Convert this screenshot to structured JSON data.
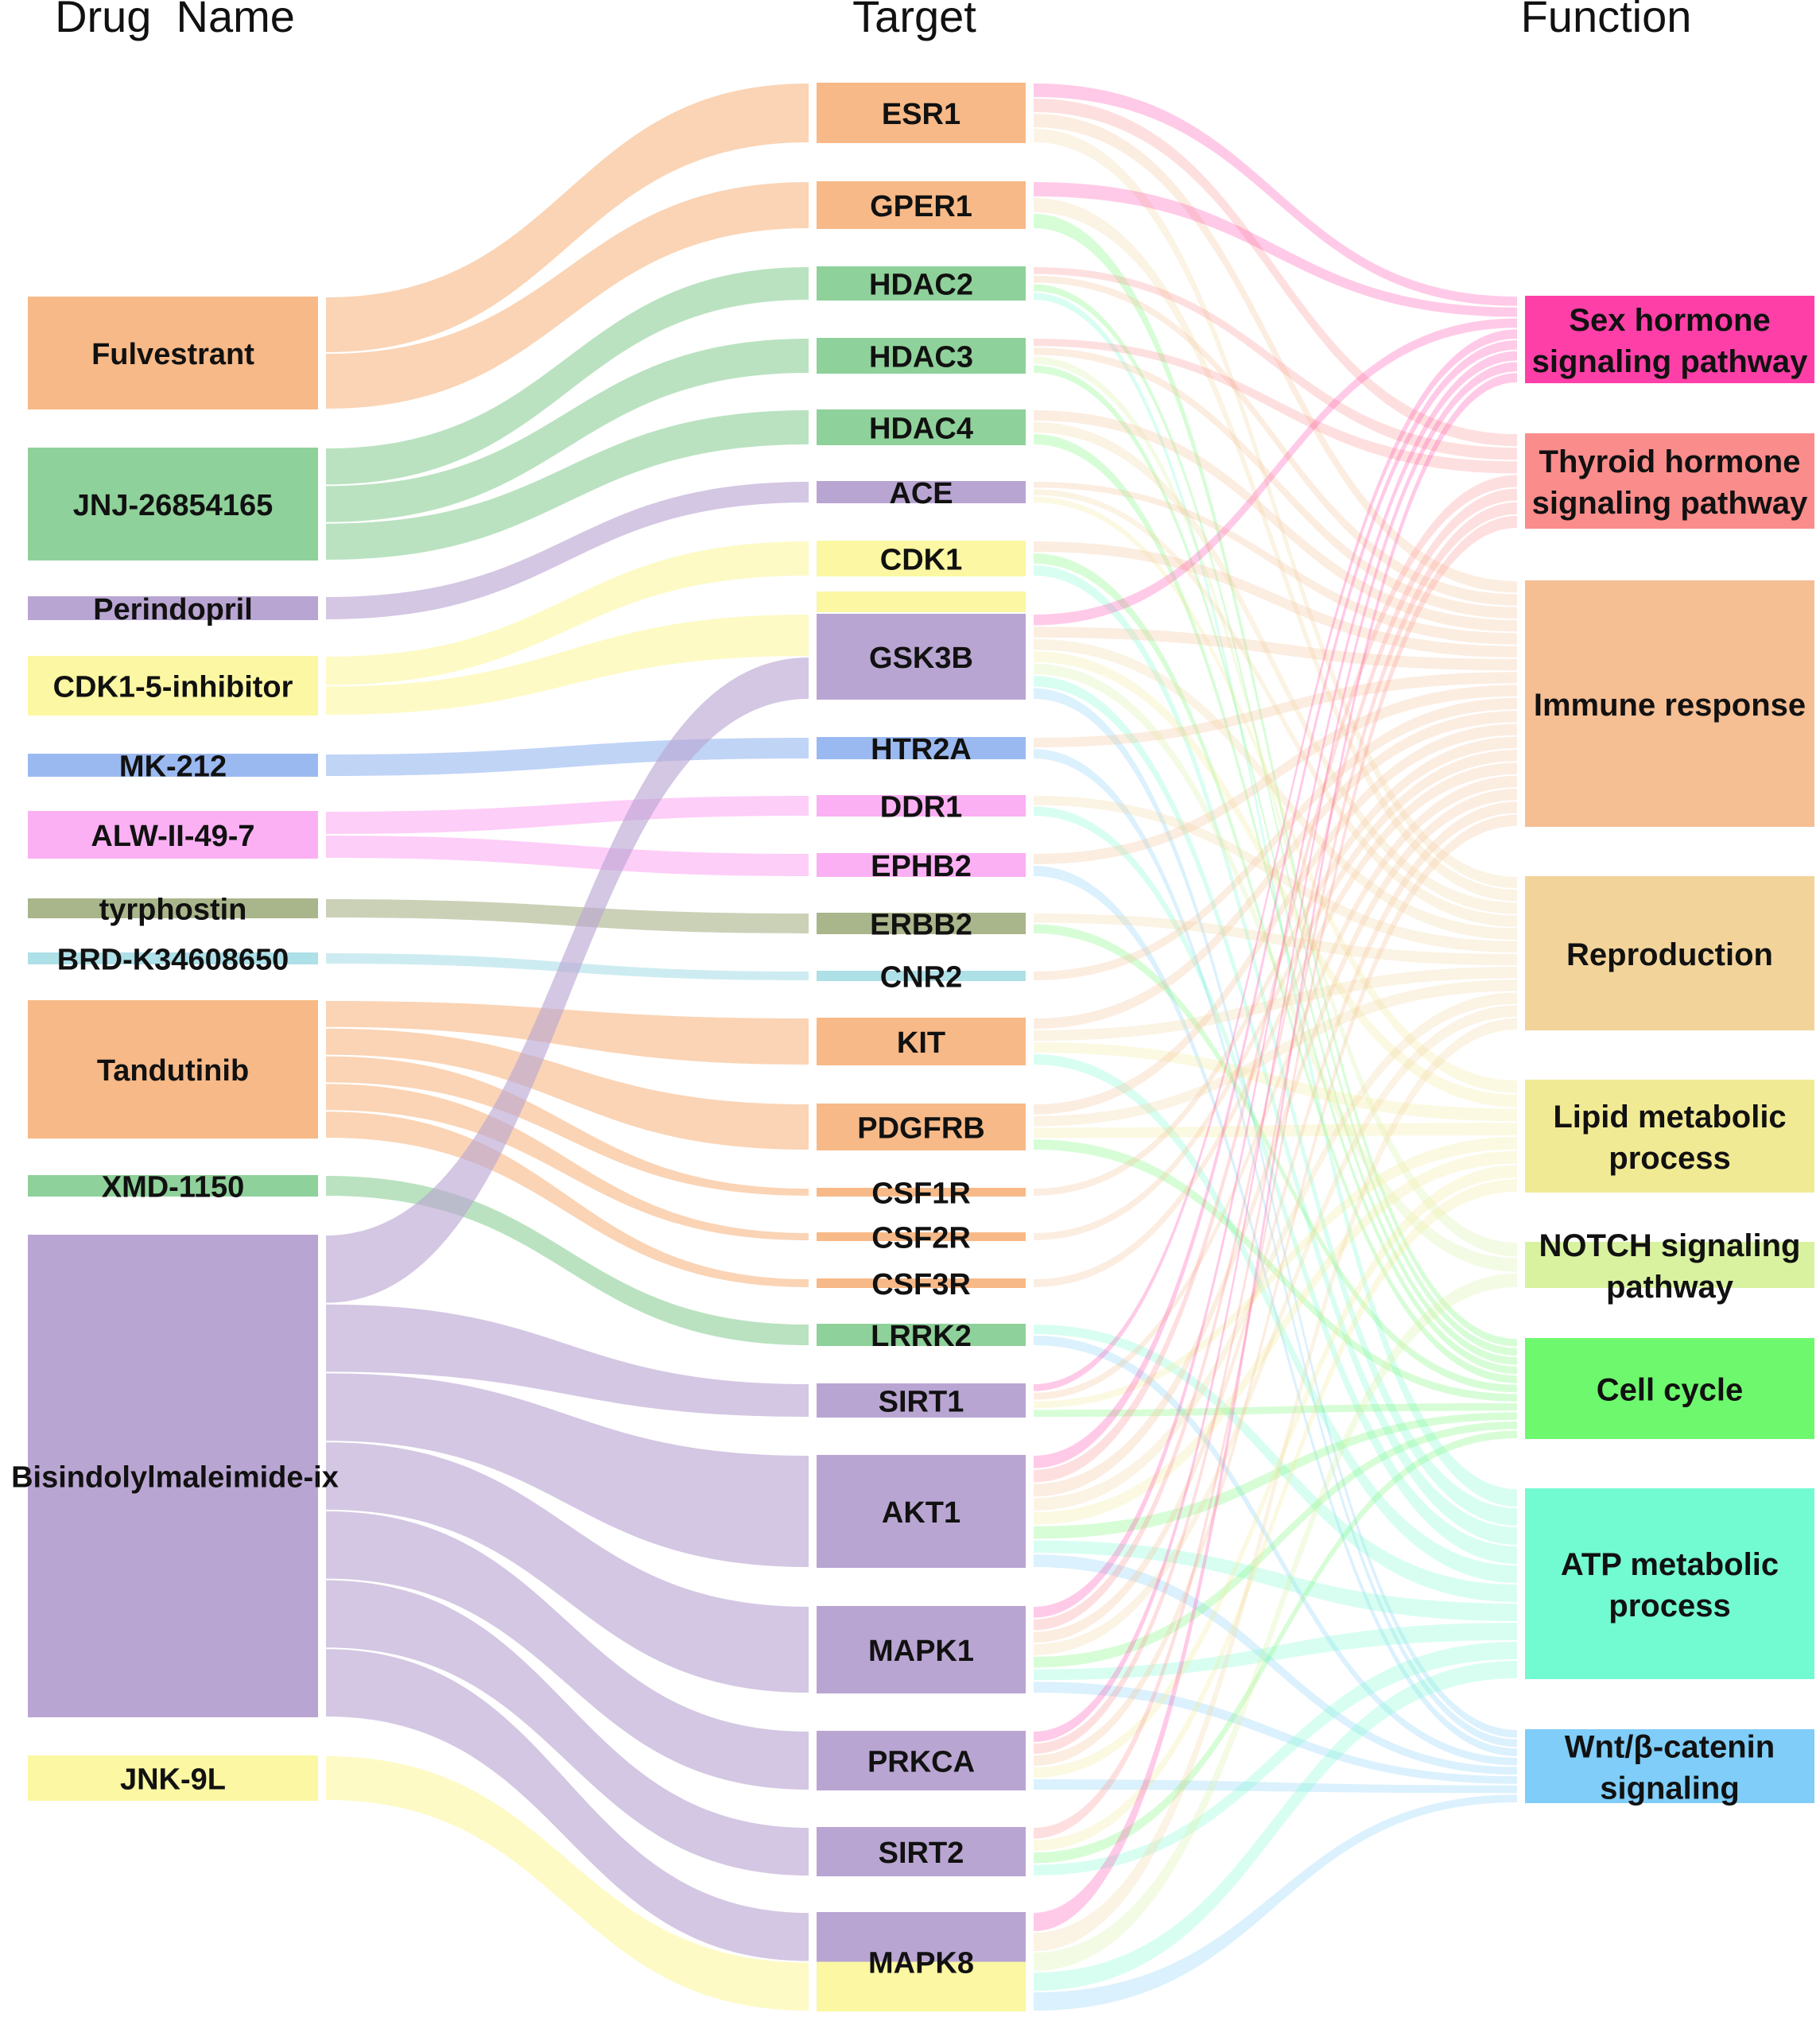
{
  "headers": {
    "drug": "Drug  Name",
    "target": "Target",
    "function": "Function"
  },
  "drugs": [
    {
      "name": "Fulvestrant",
      "color": "#F7B987"
    },
    {
      "name": "JNJ-26854165",
      "color": "#8FD19A"
    },
    {
      "name": "Perindopril",
      "color": "#B9A5D2"
    },
    {
      "name": "CDK1-5-inhibitor",
      "color": "#FBF7A2"
    },
    {
      "name": "MK-212",
      "color": "#9AB9F0"
    },
    {
      "name": "ALW-II-49-7",
      "color": "#FBB0F4"
    },
    {
      "name": "tyrphostin",
      "color": "#A9B58A"
    },
    {
      "name": "BRD-K34608650",
      "color": "#AEE0E8"
    },
    {
      "name": "Tandutinib",
      "color": "#F7B987"
    },
    {
      "name": "XMD-1150",
      "color": "#8FD19A"
    },
    {
      "name": "Bisindolylmaleimide-ix",
      "color": "#B9A5D2"
    },
    {
      "name": "JNK-9L",
      "color": "#FBF7A2"
    }
  ],
  "targets": [
    {
      "name": "ESR1",
      "color": "#F7B987"
    },
    {
      "name": "GPER1",
      "color": "#F7B987"
    },
    {
      "name": "HDAC2",
      "color": "#8FD19A"
    },
    {
      "name": "HDAC3",
      "color": "#8FD19A"
    },
    {
      "name": "HDAC4",
      "color": "#8FD19A"
    },
    {
      "name": "ACE",
      "color": "#B9A5D2"
    },
    {
      "name": "CDK1",
      "color": "#FBF7A2"
    },
    {
      "name": "GSK3B",
      "color": "#B9A5D2"
    },
    {
      "name": "HTR2A",
      "color": "#9AB9F0"
    },
    {
      "name": "DDR1",
      "color": "#FBB0F4"
    },
    {
      "name": "EPHB2",
      "color": "#FBB0F4"
    },
    {
      "name": "ERBB2",
      "color": "#A9B58A"
    },
    {
      "name": "CNR2",
      "color": "#AEE0E8"
    },
    {
      "name": "KIT",
      "color": "#F7B987"
    },
    {
      "name": "PDGFRB",
      "color": "#F7B987"
    },
    {
      "name": "CSF1R",
      "color": "#F7B987"
    },
    {
      "name": "CSF2R",
      "color": "#F7B987"
    },
    {
      "name": "CSF3R",
      "color": "#F7B987"
    },
    {
      "name": "LRRK2",
      "color": "#8FD19A"
    },
    {
      "name": "SIRT1",
      "color": "#B9A5D2"
    },
    {
      "name": "AKT1",
      "color": "#B9A5D2"
    },
    {
      "name": "MAPK1",
      "color": "#B9A5D2"
    },
    {
      "name": "PRKCA",
      "color": "#B9A5D2"
    },
    {
      "name": "SIRT2",
      "color": "#B9A5D2"
    },
    {
      "name": "MAPK8",
      "color": "#B9A5D2"
    }
  ],
  "functions": [
    {
      "name": "Sex hormone signaling pathway",
      "lines": [
        "Sex hormone",
        "signaling pathway"
      ],
      "color": "#FF3FA8"
    },
    {
      "name": "Thyroid hormone signaling pathway",
      "lines": [
        "Thyroid hormone",
        "signaling pathway"
      ],
      "color": "#FA8C8C"
    },
    {
      "name": "Immune response",
      "lines": [
        "Immune response"
      ],
      "color": "#F5BE93"
    },
    {
      "name": "Reproduction",
      "lines": [
        "Reproduction"
      ],
      "color": "#F2D49B"
    },
    {
      "name": "Lipid metabolic process",
      "lines": [
        "Lipid metabolic",
        "process"
      ],
      "color": "#F1EA94"
    },
    {
      "name": "NOTCH signaling pathway",
      "lines": [
        "NOTCH signaling",
        "pathway"
      ],
      "color": "#D9F2A0"
    },
    {
      "name": "Cell cycle",
      "lines": [
        "Cell cycle"
      ],
      "color": "#6EF86E"
    },
    {
      "name": "ATP metabolic process",
      "lines": [
        "ATP metabolic",
        "process"
      ],
      "color": "#72FAD0"
    },
    {
      "name": "Wnt/β-catenin signaling",
      "lines": [
        "Wnt/β-catenin",
        "signaling"
      ],
      "color": "#7FCDF8"
    }
  ],
  "drug_target_links": [
    [
      "Fulvestrant",
      "ESR1"
    ],
    [
      "Fulvestrant",
      "GPER1"
    ],
    [
      "JNJ-26854165",
      "HDAC2"
    ],
    [
      "JNJ-26854165",
      "HDAC3"
    ],
    [
      "JNJ-26854165",
      "HDAC4"
    ],
    [
      "Perindopril",
      "ACE"
    ],
    [
      "CDK1-5-inhibitor",
      "CDK1"
    ],
    [
      "CDK1-5-inhibitor",
      "GSK3B"
    ],
    [
      "MK-212",
      "HTR2A"
    ],
    [
      "ALW-II-49-7",
      "DDR1"
    ],
    [
      "ALW-II-49-7",
      "EPHB2"
    ],
    [
      "tyrphostin",
      "ERBB2"
    ],
    [
      "BRD-K34608650",
      "CNR2"
    ],
    [
      "Tandutinib",
      "KIT"
    ],
    [
      "Tandutinib",
      "PDGFRB"
    ],
    [
      "Tandutinib",
      "CSF1R"
    ],
    [
      "Tandutinib",
      "CSF2R"
    ],
    [
      "Tandutinib",
      "CSF3R"
    ],
    [
      "XMD-1150",
      "LRRK2"
    ],
    [
      "Bisindolylmaleimide-ix",
      "GSK3B"
    ],
    [
      "Bisindolylmaleimide-ix",
      "SIRT1"
    ],
    [
      "Bisindolylmaleimide-ix",
      "AKT1"
    ],
    [
      "Bisindolylmaleimide-ix",
      "MAPK1"
    ],
    [
      "Bisindolylmaleimide-ix",
      "PRKCA"
    ],
    [
      "Bisindolylmaleimide-ix",
      "SIRT2"
    ],
    [
      "Bisindolylmaleimide-ix",
      "MAPK8"
    ],
    [
      "JNK-9L",
      "MAPK8"
    ]
  ],
  "target_function_links": [
    [
      "ESR1",
      "Sex hormone signaling pathway"
    ],
    [
      "ESR1",
      "Thyroid hormone signaling pathway"
    ],
    [
      "ESR1",
      "Immune response"
    ],
    [
      "ESR1",
      "Reproduction"
    ],
    [
      "GPER1",
      "Sex hormone signaling pathway"
    ],
    [
      "GPER1",
      "Reproduction"
    ],
    [
      "GPER1",
      "Cell cycle"
    ],
    [
      "HDAC2",
      "Thyroid hormone signaling pathway"
    ],
    [
      "HDAC2",
      "Immune response"
    ],
    [
      "HDAC2",
      "Cell cycle"
    ],
    [
      "HDAC2",
      "ATP metabolic process"
    ],
    [
      "HDAC3",
      "Thyroid hormone signaling pathway"
    ],
    [
      "HDAC3",
      "Immune response"
    ],
    [
      "HDAC3",
      "NOTCH signaling pathway"
    ],
    [
      "HDAC3",
      "Cell cycle"
    ],
    [
      "HDAC4",
      "Immune response"
    ],
    [
      "HDAC4",
      "Reproduction"
    ],
    [
      "HDAC4",
      "Cell cycle"
    ],
    [
      "ACE",
      "Immune response"
    ],
    [
      "ACE",
      "Reproduction"
    ],
    [
      "ACE",
      "Lipid metabolic process"
    ],
    [
      "CDK1",
      "Immune response"
    ],
    [
      "CDK1",
      "Cell cycle"
    ],
    [
      "CDK1",
      "ATP metabolic process"
    ],
    [
      "GSK3B",
      "Sex hormone signaling pathway"
    ],
    [
      "GSK3B",
      "Immune response"
    ],
    [
      "GSK3B",
      "Reproduction"
    ],
    [
      "GSK3B",
      "Lipid metabolic process"
    ],
    [
      "GSK3B",
      "NOTCH signaling pathway"
    ],
    [
      "GSK3B",
      "ATP metabolic process"
    ],
    [
      "GSK3B",
      "Wnt/β-catenin signaling"
    ],
    [
      "HTR2A",
      "Immune response"
    ],
    [
      "HTR2A",
      "Wnt/β-catenin signaling"
    ],
    [
      "DDR1",
      "Reproduction"
    ],
    [
      "DDR1",
      "ATP metabolic process"
    ],
    [
      "EPHB2",
      "Immune response"
    ],
    [
      "EPHB2",
      "Wnt/β-catenin signaling"
    ],
    [
      "ERBB2",
      "Reproduction"
    ],
    [
      "ERBB2",
      "Cell cycle"
    ],
    [
      "CNR2",
      "Immune response"
    ],
    [
      "KIT",
      "Immune response"
    ],
    [
      "KIT",
      "Reproduction"
    ],
    [
      "KIT",
      "Lipid metabolic process"
    ],
    [
      "KIT",
      "ATP metabolic process"
    ],
    [
      "PDGFRB",
      "Immune response"
    ],
    [
      "PDGFRB",
      "Reproduction"
    ],
    [
      "PDGFRB",
      "Lipid metabolic process"
    ],
    [
      "PDGFRB",
      "Cell cycle"
    ],
    [
      "CSF1R",
      "Immune response"
    ],
    [
      "CSF2R",
      "Immune response"
    ],
    [
      "CSF3R",
      "Immune response"
    ],
    [
      "LRRK2",
      "ATP metabolic process"
    ],
    [
      "LRRK2",
      "Wnt/β-catenin signaling"
    ],
    [
      "SIRT1",
      "Sex hormone signaling pathway"
    ],
    [
      "SIRT1",
      "Immune response"
    ],
    [
      "SIRT1",
      "Lipid metabolic process"
    ],
    [
      "SIRT1",
      "Cell cycle"
    ],
    [
      "AKT1",
      "Sex hormone signaling pathway"
    ],
    [
      "AKT1",
      "Thyroid hormone signaling pathway"
    ],
    [
      "AKT1",
      "Immune response"
    ],
    [
      "AKT1",
      "Reproduction"
    ],
    [
      "AKT1",
      "Lipid metabolic process"
    ],
    [
      "AKT1",
      "Cell cycle"
    ],
    [
      "AKT1",
      "ATP metabolic process"
    ],
    [
      "AKT1",
      "Wnt/β-catenin signaling"
    ],
    [
      "MAPK1",
      "Sex hormone signaling pathway"
    ],
    [
      "MAPK1",
      "Thyroid hormone signaling pathway"
    ],
    [
      "MAPK1",
      "Immune response"
    ],
    [
      "MAPK1",
      "Reproduction"
    ],
    [
      "MAPK1",
      "Cell cycle"
    ],
    [
      "MAPK1",
      "ATP metabolic process"
    ],
    [
      "MAPK1",
      "Wnt/β-catenin signaling"
    ],
    [
      "PRKCA",
      "Sex hormone signaling pathway"
    ],
    [
      "PRKCA",
      "Thyroid hormone signaling pathway"
    ],
    [
      "PRKCA",
      "Immune response"
    ],
    [
      "PRKCA",
      "Lipid metabolic process"
    ],
    [
      "PRKCA",
      "Wnt/β-catenin signaling"
    ],
    [
      "SIRT2",
      "Thyroid hormone signaling pathway"
    ],
    [
      "SIRT2",
      "Lipid metabolic process"
    ],
    [
      "SIRT2",
      "Cell cycle"
    ],
    [
      "SIRT2",
      "ATP metabolic process"
    ],
    [
      "MAPK8",
      "Sex hormone signaling pathway"
    ],
    [
      "MAPK8",
      "Reproduction"
    ],
    [
      "MAPK8",
      "NOTCH signaling pathway"
    ],
    [
      "MAPK8",
      "ATP metabolic process"
    ],
    [
      "MAPK8",
      "Wnt/β-catenin signaling"
    ]
  ]
}
